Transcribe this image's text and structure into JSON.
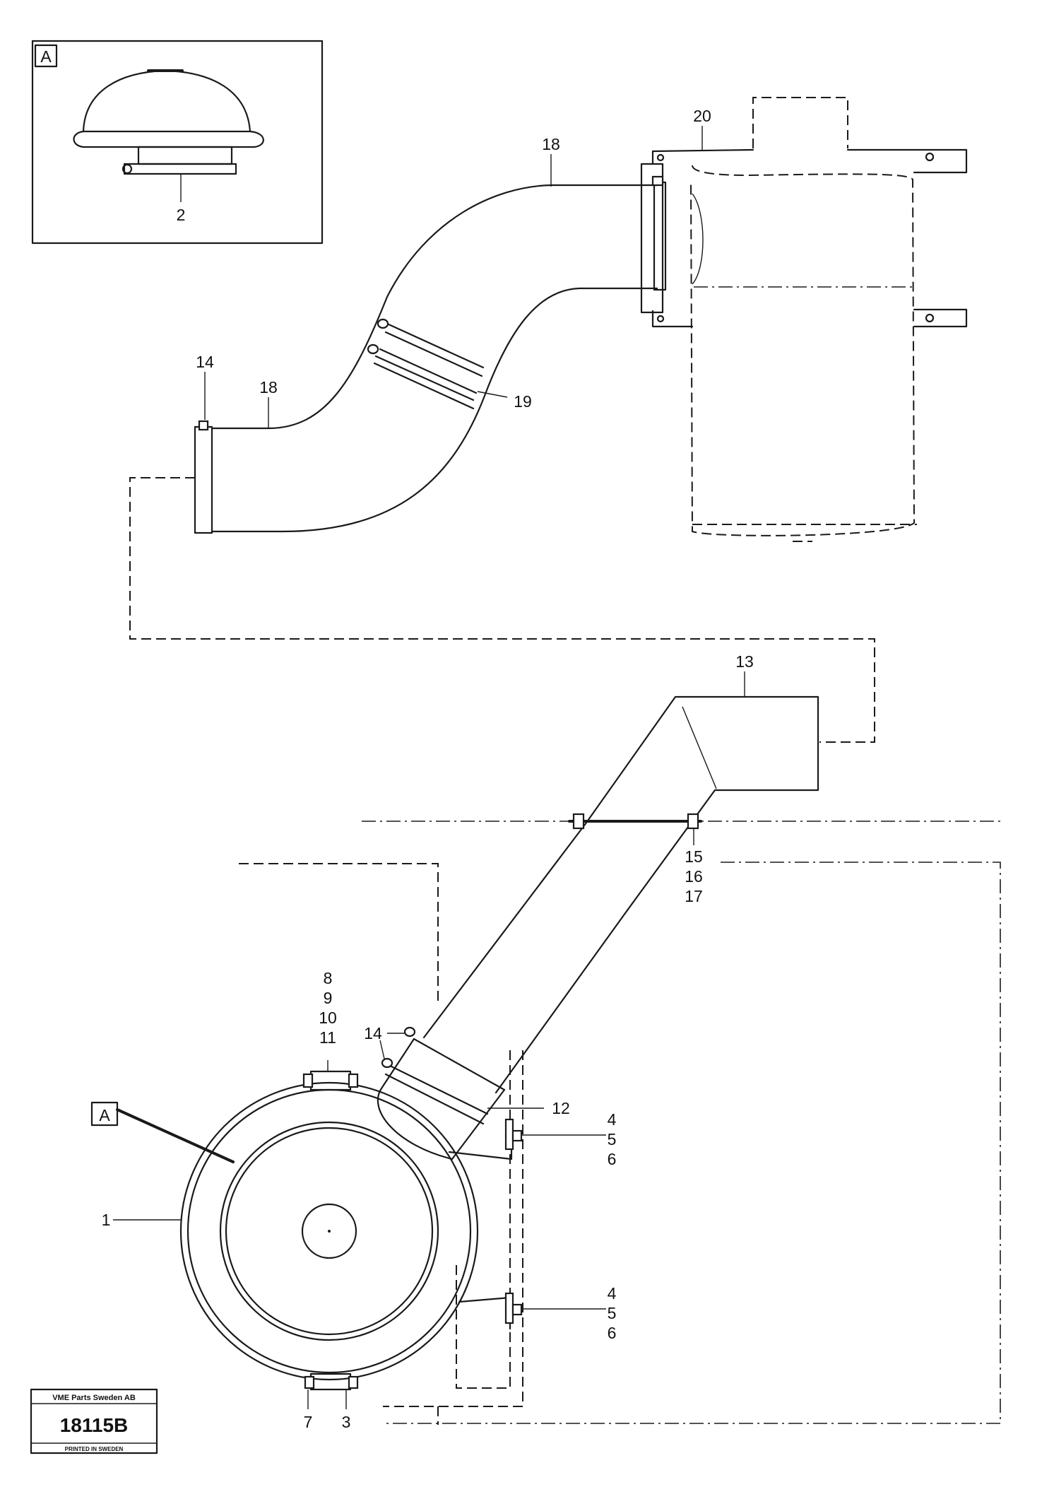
{
  "inset": {
    "tag": "A",
    "label": "2"
  },
  "labels": {
    "l20": "20",
    "l18a": "18",
    "l14a": "14",
    "l18b": "18",
    "l19": "19",
    "l13": "13",
    "l15": "15",
    "l16": "16",
    "l17": "17",
    "l8": "8",
    "l9": "9",
    "l10": "10",
    "l11": "11",
    "l14b": "14",
    "l12": "12",
    "lA": "A",
    "l4a": "4",
    "l5a": "5",
    "l6a": "6",
    "l1": "1",
    "l4b": "4",
    "l5b": "5",
    "l6b": "6",
    "l7": "7",
    "l3": "3"
  },
  "stamp": {
    "company": "VME Parts Sweden AB",
    "number": "18115B",
    "printed": "PRINTED IN SWEDEN"
  }
}
